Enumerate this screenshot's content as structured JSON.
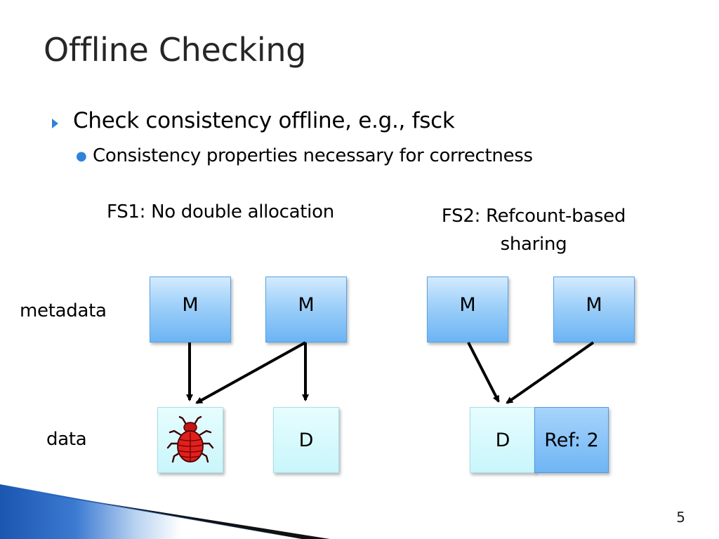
{
  "slide": {
    "title": "Offline Checking",
    "page_number": "5"
  },
  "bullets": {
    "level1": "Check consistency offline, e.g., fsck",
    "level2": "Consistency properties necessary for correctness"
  },
  "fs1": {
    "caption": "FS1: No double allocation",
    "meta_boxes": [
      "M",
      "M"
    ],
    "data_boxes": [
      "D"
    ],
    "bug_icon": "bug-icon"
  },
  "fs2": {
    "caption": "FS2: Refcount-based sharing",
    "meta_boxes": [
      "M",
      "M"
    ],
    "data_box": "D",
    "ref_box": "Ref: 2"
  },
  "row_labels": {
    "metadata": "metadata",
    "data": "data"
  },
  "colors": {
    "accent": "#2f83d9",
    "meta_fill": "#9dcff9",
    "data_fill": "#d4f9fc",
    "banner_blue": "#1f5fb8"
  }
}
